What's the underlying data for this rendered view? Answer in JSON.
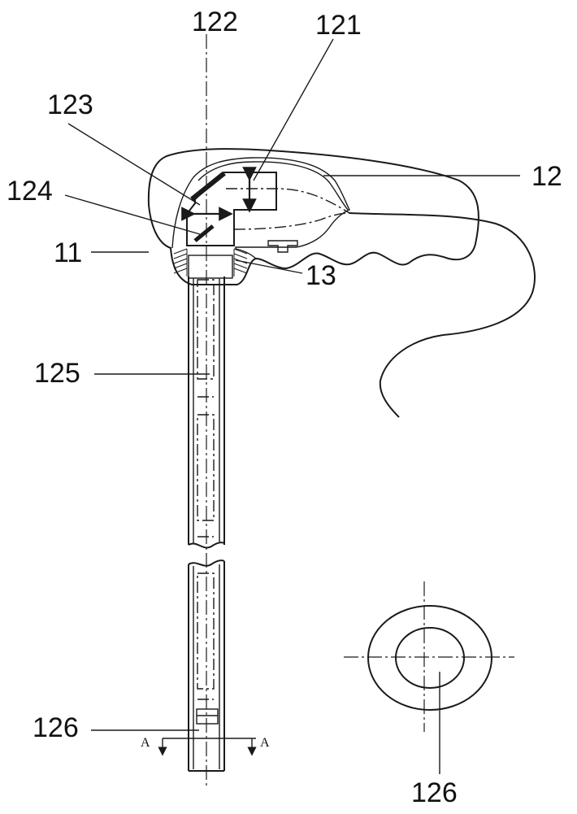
{
  "labels": {
    "l121": "121",
    "l122": "122",
    "l123": "123",
    "l124": "124",
    "l12": "12",
    "l11": "11",
    "l13": "13",
    "l125": "125",
    "l126_left": "126",
    "l126_right": "126",
    "section_a_left": "A",
    "section_a_right": "A"
  }
}
